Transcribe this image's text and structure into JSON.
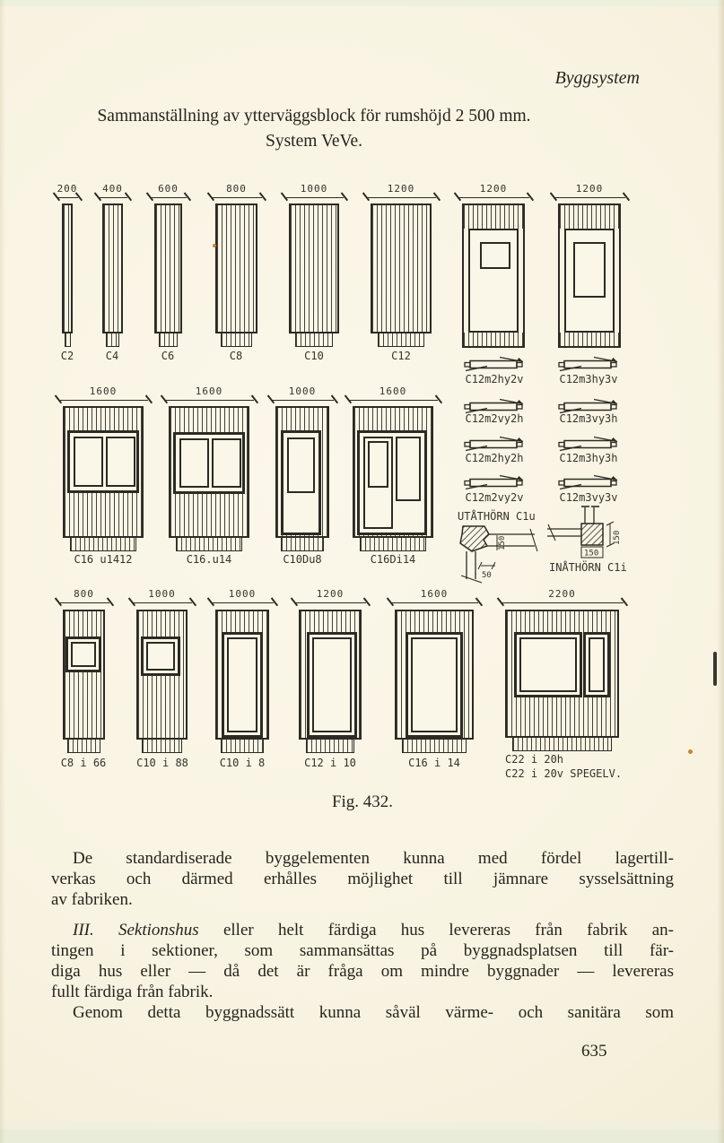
{
  "page": {
    "running_head": "Byggsystem",
    "title_line1": "Sammanställning av ytterväggsblock för rumshöjd 2 500 mm.",
    "title_line2": "System VeVe.",
    "figure_caption": "Fig. 432.",
    "page_number": "635"
  },
  "colors": {
    "ink": "#2c2a22",
    "paper": "#f8f3e2"
  },
  "figure": {
    "row1": [
      {
        "dim": "200",
        "label": "C2"
      },
      {
        "dim": "400",
        "label": "C4"
      },
      {
        "dim": "600",
        "label": "C6"
      },
      {
        "dim": "800",
        "label": "C8"
      },
      {
        "dim": "1000",
        "label": "C10"
      },
      {
        "dim": "1200",
        "label": "C12"
      }
    ],
    "row1_window_blocks": [
      {
        "dim": "1200"
      },
      {
        "dim": "1200"
      }
    ],
    "plan_variants": {
      "left": [
        "C12m2hy2v",
        "C12m2vy2h",
        "C12m2hy2h",
        "C12m2vy2v"
      ],
      "right": [
        "C12m3hy3v",
        "C12m3vy3h",
        "C12m3hy3h",
        "C12m3vy3v"
      ]
    },
    "corner_details": {
      "outer_label": "UTÅTHÖRN C1u",
      "inner_label": "INÅTHÖRN C1i",
      "outer_dims": {
        "d1": "150",
        "d2": "50"
      },
      "inner_dims": {
        "d1": "150",
        "d2": "150"
      }
    },
    "row2": [
      {
        "dim": "1600",
        "label": "C16 u1412"
      },
      {
        "dim": "1600",
        "label": "C16.u14"
      },
      {
        "dim": "1000",
        "label": "C10Du8"
      },
      {
        "dim": "1600",
        "label": "C16Di14"
      }
    ],
    "row3": [
      {
        "dim": "800",
        "label": "C8 i 66"
      },
      {
        "dim": "1000",
        "label": "C10 i 88"
      },
      {
        "dim": "1000",
        "label": "C10 i 8"
      },
      {
        "dim": "1200",
        "label": "C12 i 10"
      },
      {
        "dim": "1600",
        "label": "C16 i 14"
      },
      {
        "dim": "2200",
        "label": "C22 i 20h",
        "label2": "C22 i 20v SPEGELV."
      }
    ]
  },
  "body": {
    "p1_lines": [
      "De standardiserade byggelementen kunna med fördel lagertill-",
      "verkas och därmed erhålles möjlighet till jämnare sysselsättning",
      "av fabriken."
    ],
    "p2_italic": "III. Sektionshus",
    "p2_line1_rest": " eller helt färdiga hus levereras från fabrik an-",
    "p2_lines": [
      "tingen i sektioner, som sammansättas på byggnadsplatsen till fär-",
      "diga hus eller — då det är fråga om mindre byggnader — levereras",
      "fullt färdiga från fabrik."
    ],
    "p3_line": "Genom detta byggnadssätt kunna såväl värme- och sanitära som"
  }
}
